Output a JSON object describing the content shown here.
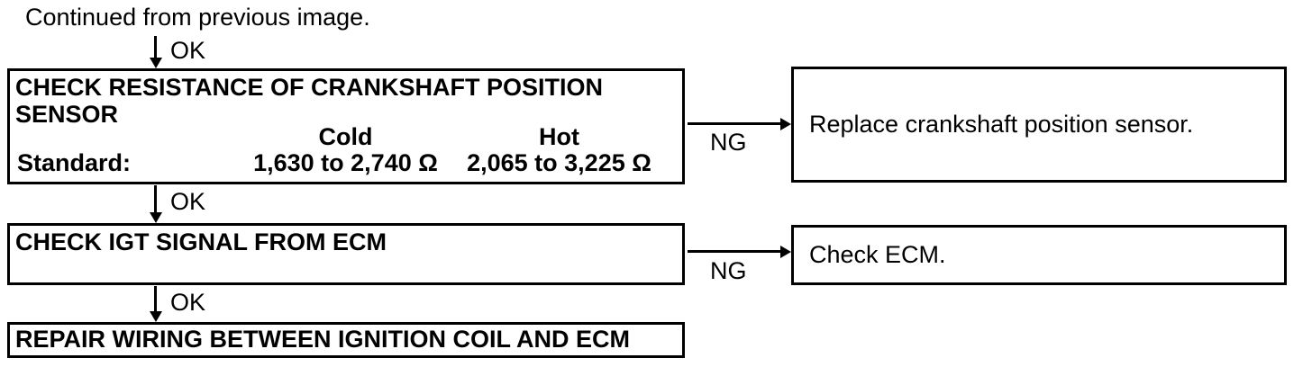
{
  "colors": {
    "ink": "#000000",
    "background": "#ffffff"
  },
  "flowchart": {
    "continued_label": "Continued from previous image.",
    "ok_label": "OK",
    "ng_label": "NG",
    "step1": {
      "title": "CHECK RESISTANCE OF CRANKSHAFT POSITION SENSOR",
      "standard_label": "Standard:",
      "cold": {
        "header": "Cold",
        "value": "1,630 to 2,740 Ω"
      },
      "hot": {
        "header": "Hot",
        "value": "2,065 to 3,225 Ω"
      },
      "ng_result": "Replace crankshaft position sensor."
    },
    "step2": {
      "title": "CHECK IGT SIGNAL FROM ECM",
      "ng_result": "Check ECM."
    },
    "step3": {
      "title": "REPAIR WIRING BETWEEN IGNITION COIL AND ECM"
    }
  }
}
